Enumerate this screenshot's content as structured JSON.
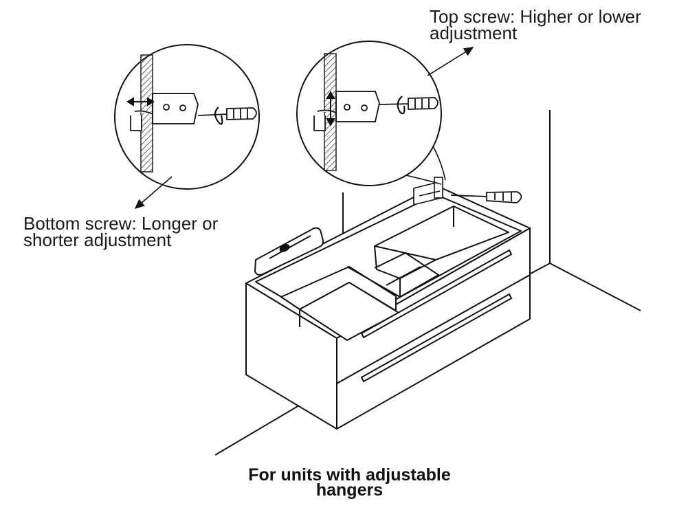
{
  "annotations": {
    "top_screw": {
      "line1": "Top screw: Higher or lower",
      "line2": "adjustment"
    },
    "bottom_screw": {
      "line1": "Bottom screw: Longer or",
      "line2": "shorter adjustment"
    }
  },
  "caption": {
    "line1": "For units with adjustable",
    "line2": "hangers"
  },
  "icons": [
    "screwdriver-icon",
    "spirit-level-icon",
    "hanger-bracket-icon",
    "double-arrow-icon",
    "rotation-arrow-icon"
  ]
}
